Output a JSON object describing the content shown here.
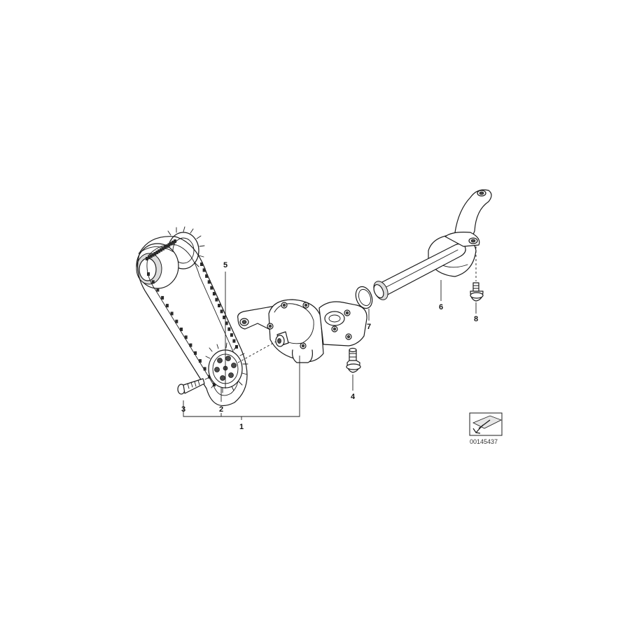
{
  "callouts": {
    "c1": "1",
    "c2": "2",
    "c3": "3",
    "c4": "4",
    "c5": "5",
    "c6": "6",
    "c7": "7",
    "c8": "8"
  },
  "reference_number": "00145437",
  "icons": {
    "orientation": "arrow-orientation-icon"
  },
  "colors": {
    "ink": "#1a1a1a",
    "background": "#ffffff"
  }
}
